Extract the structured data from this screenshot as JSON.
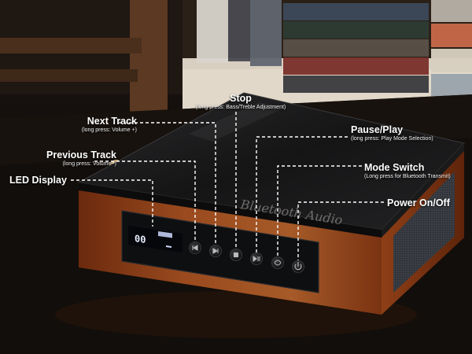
{
  "callouts": {
    "stop": {
      "title": "Stop",
      "note": "(long press: Bass/Treble Adjustment)"
    },
    "next_track": {
      "title": "Next Track",
      "note": "(long press: Volume +)"
    },
    "previous_track": {
      "title": "Previous Track",
      "note": "(long press: Volume -)"
    },
    "led_display": {
      "title": "LED Display"
    },
    "pause_play": {
      "title": "Pause/Play",
      "note": "(long press: Play Mode Selection)"
    },
    "mode_switch": {
      "title": "Mode Switch",
      "note": "(Long press for Bluetooth Transmit)"
    },
    "power": {
      "title": "Power On/Off"
    }
  },
  "device": {
    "led_readout": "00",
    "lid_script": "Bluetooth Audio"
  },
  "colors": {
    "wood": "#8a3c17",
    "wood_dark": "#5a230c",
    "glass_top": "#1c1b1c",
    "panel": "#101113",
    "led": "#dfe8ff",
    "label": "#ffffff"
  },
  "icons": {
    "previous": "skip-back-icon",
    "next": "skip-forward-icon",
    "stop": "stop-icon",
    "pause_play": "play-pause-icon",
    "mode": "mode-switch-icon",
    "power": "power-icon"
  }
}
